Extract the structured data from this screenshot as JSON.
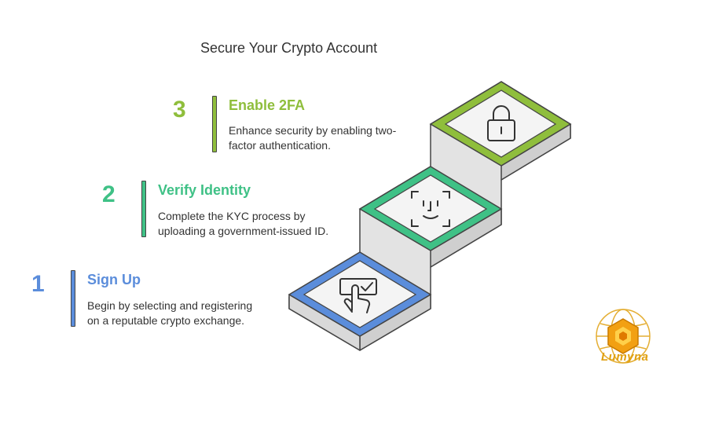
{
  "title": "Secure Your Crypto Account",
  "colors": {
    "step1": "#5b8ddb",
    "step2": "#3fc186",
    "step3": "#8fbe3c",
    "stair_face": "#e4e4e4",
    "stair_shadow": "#c9c9c9",
    "logo": "#e0a010"
  },
  "steps": [
    {
      "number": "1",
      "title": "Sign Up",
      "description_line1": "Begin by selecting and registering",
      "description_line2": "on a reputable crypto exchange.",
      "icon": "touch-checkbox-icon"
    },
    {
      "number": "2",
      "title": "Verify Identity",
      "description_line1": "Complete the KYC process by",
      "description_line2": "uploading a government-issued ID.",
      "icon": "face-scan-icon"
    },
    {
      "number": "3",
      "title": "Enable 2FA",
      "description_line1": "Enhance security by enabling two-",
      "description_line2": "factor authentication.",
      "icon": "padlock-icon"
    }
  ],
  "logo": {
    "text": "Lumyna",
    "icon": "hexagon-globe-icon"
  }
}
